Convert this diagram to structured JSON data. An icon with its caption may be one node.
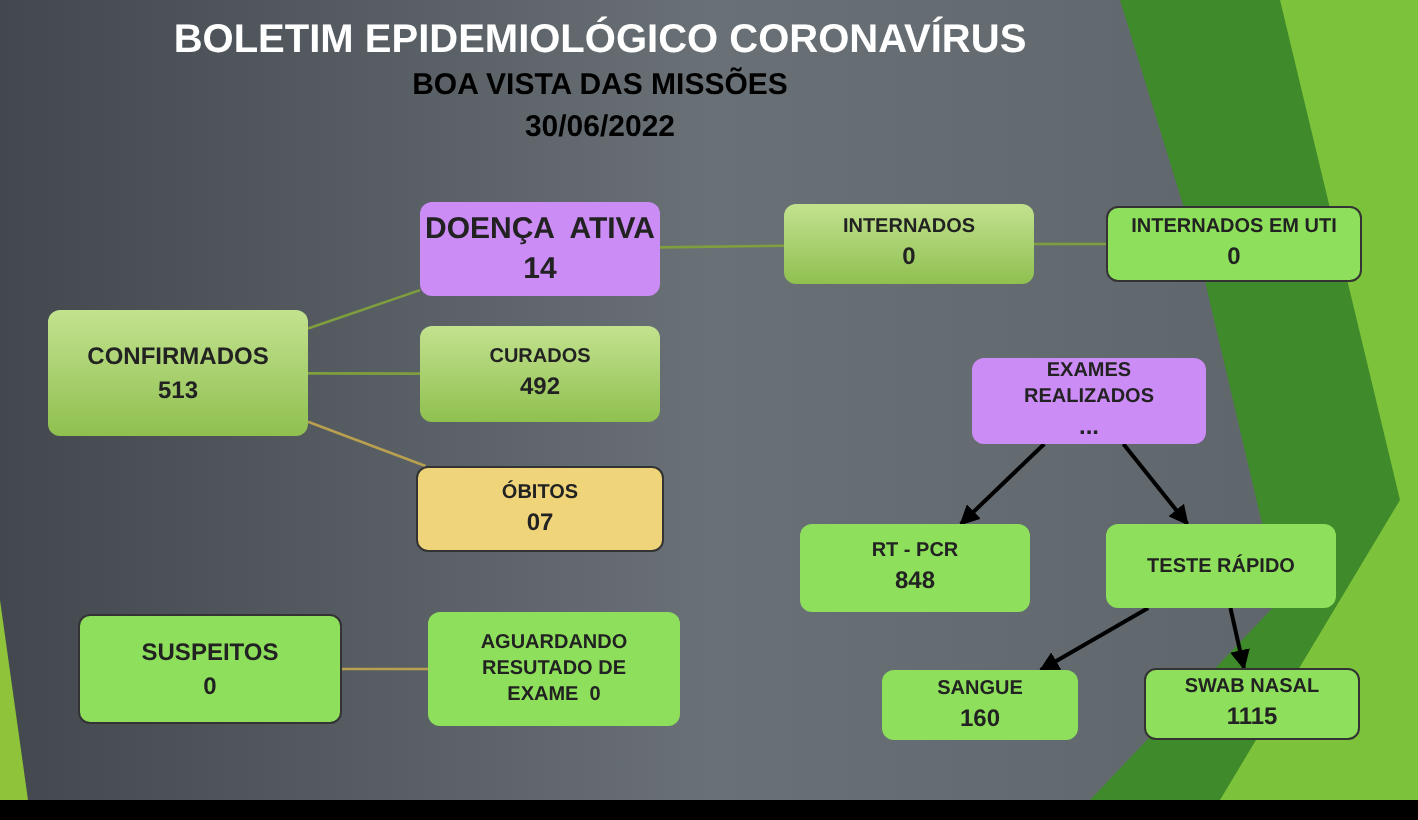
{
  "diagram": {
    "title": "BOLETIM EPIDEMIOLÓGICO CORONAVÍRUS",
    "nodes": [
      {
        "text": [
          "CONFIRMADOS",
          "513"
        ]
      },
      {
        "text": [
          "DOENÇA  ATIVA",
          "14"
        ]
      },
      {
        "text": [
          "CURADOS",
          "492"
        ]
      },
      {
        "text": [
          "ÓBITOS",
          "07"
        ]
      },
      {
        "text": [
          "INTERNADOS",
          "0"
        ]
      },
      {
        "text": [
          "INTERNADOS EM UTI",
          "0"
        ]
      },
      {
        "text": [
          "SUSPEITOS",
          "0"
        ]
      },
      {
        "text": [
          "AGUARDANDO RESUTADO DE EXAME  0"
        ]
      },
      {
        "text": [
          "EXAMES REALIZADOS",
          "..."
        ]
      },
      {
        "text": [
          "RT - PCR",
          "848"
        ]
      },
      {
        "text": [
          "TESTE RÁPIDO"
        ]
      },
      {
        "text": [
          "SANGUE",
          "160"
        ]
      },
      {
        "text": [
          "SWAB NASAL",
          "1115"
        ]
      }
    ],
    "edges": [
      {
        "from": 0,
        "to": 1,
        "arrow": "none"
      },
      {
        "from": 0,
        "to": 2,
        "arrow": "none"
      },
      {
        "from": 0,
        "to": 3,
        "arrow": "none",
        "color": "#b8a050"
      },
      {
        "from": 1,
        "to": 4,
        "arrow": "none"
      },
      {
        "from": 4,
        "to": 5,
        "arrow": "none"
      },
      {
        "from": 6,
        "to": 7,
        "arrow": "none",
        "color": "#b8a050"
      },
      {
        "from": 8,
        "to": 9,
        "arrow": "to",
        "color": "#000000"
      },
      {
        "from": 8,
        "to": 10,
        "arrow": "to",
        "color": "#000000"
      },
      {
        "from": 10,
        "to": 11,
        "arrow": "to",
        "color": "#000000"
      },
      {
        "from": 10,
        "to": 12,
        "arrow": "to",
        "color": "#000000"
      }
    ],
    "labels": [
      "BOA VISTA DAS MISSÕES",
      "30/06/2022"
    ]
  }
}
